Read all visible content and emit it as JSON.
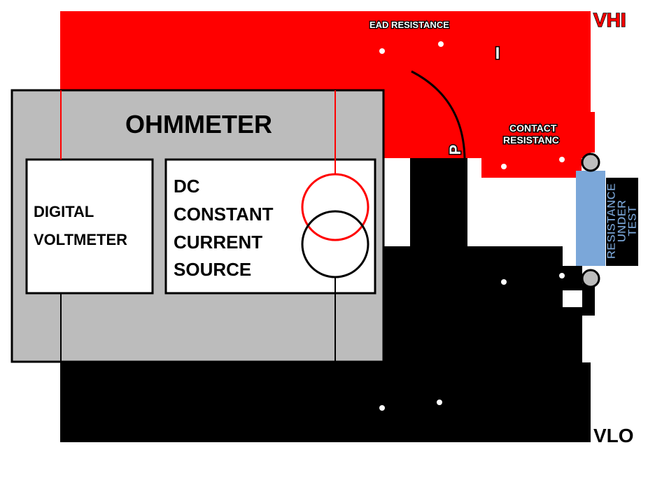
{
  "ohmmeter": {
    "title": "OHMMETER"
  },
  "voltmeter": {
    "line1": "DIGITAL",
    "line2": "VOLTMETER"
  },
  "source": {
    "line1": "DC",
    "line2": "CONSTANT",
    "line3": "CURRENT",
    "line4": "SOURCE"
  },
  "labels": {
    "v_hi": "VHI",
    "v_lo": "VLO",
    "lead_resistance": "EAD RESISTANCE",
    "contact_line1": "CONTACT",
    "contact_line2": "RESISTANC",
    "small_i": "I",
    "small_p": "P"
  },
  "rut": {
    "line1": "RESISTANCE",
    "line2": "UNDER",
    "line3": "TEST"
  },
  "colors": {
    "hi_side": "#ff0000",
    "lo_side": "#000000",
    "case": "#bcbcbc",
    "resistor": "#7ba7d9",
    "terminal": "#bdbdbd"
  }
}
